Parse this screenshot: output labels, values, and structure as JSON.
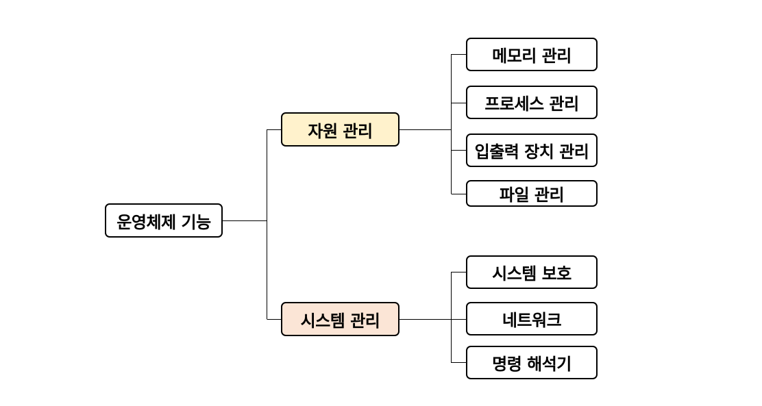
{
  "diagram": {
    "root": {
      "label": "운영체제 기능"
    },
    "categories": [
      {
        "label": "자원 관리",
        "fill": "#fff2cc",
        "children": [
          "메모리 관리",
          "프로세스 관리",
          "입출력 장치 관리",
          "파일 관리"
        ]
      },
      {
        "label": "시스템 관리",
        "fill": "#fbe5d6",
        "children": [
          "시스템 보호",
          "네트워크",
          "명령 해석기"
        ]
      }
    ]
  }
}
